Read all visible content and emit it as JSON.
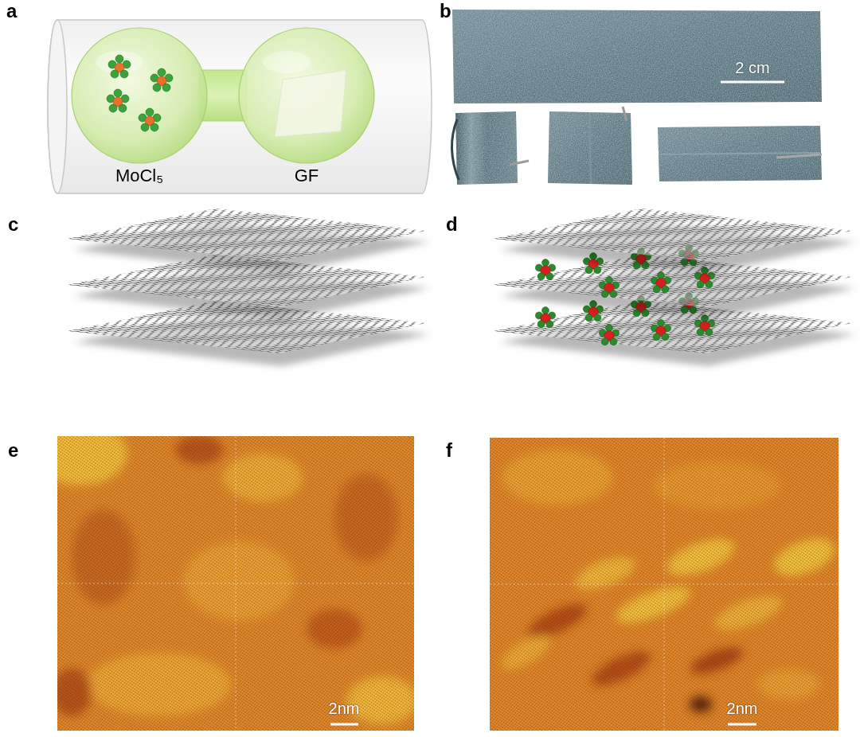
{
  "diagram": {
    "labels": [
      "a",
      "MoCl₅",
      "GF",
      "b",
      "2 cm",
      "c",
      "d",
      "e",
      "2nm",
      "f",
      "2nm"
    ]
  }
}
